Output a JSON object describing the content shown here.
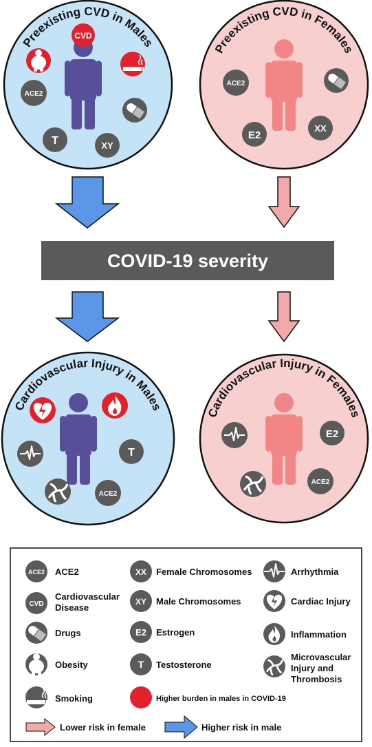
{
  "top_left": {
    "title": "Preexisting CVD in Males",
    "badges": {
      "cvd": "CVD",
      "ace2": "ACE2",
      "t": "T",
      "xy": "XY"
    }
  },
  "top_right": {
    "title": "Preexisting CVD in Females",
    "badges": {
      "ace2": "ACE2",
      "e2": "E2",
      "xx": "XX"
    }
  },
  "center_banner": "COVID-19 severity",
  "bottom_left": {
    "title": "Cardiovascular Injury in Males",
    "badges": {
      "t": "T",
      "ace2": "ACE2"
    }
  },
  "bottom_right": {
    "title": "Cardiovascular Injury in Females",
    "badges": {
      "e2": "E2",
      "ace2": "ACE2"
    }
  },
  "legend": {
    "ace2": {
      "badge": "ACE2",
      "label": "ACE2"
    },
    "cvd": {
      "badge": "CVD",
      "label_line1": "Cardiovascular",
      "label_line2": "Disease"
    },
    "drugs": "Drugs",
    "obesity": "Obesity",
    "smoking": "Smoking",
    "xx": {
      "badge": "XX",
      "label": "Female Chromosomes"
    },
    "xy": {
      "badge": "XY",
      "label": "Male Chromosomes"
    },
    "e2": {
      "badge": "E2",
      "label": "Estrogen"
    },
    "t": {
      "badge": "T",
      "label": "Testosterone"
    },
    "red_dot": "Higher burden in males in COVID-19",
    "arrhythmia": "Arrhythmia",
    "cardiac_injury": "Cardiac Injury",
    "inflammation": "Inflammation",
    "micro_line1": "Microvascular",
    "micro_line2": "Injury and",
    "micro_line3": "Thrombosis",
    "pink_arrow": "Lower risk in female",
    "blue_arrow": "Higher risk in male"
  },
  "colors": {
    "male_circle": "#c5e3f7",
    "female_circle": "#f7cfcf",
    "male_figure": "#574f9a",
    "female_figure": "#f28585",
    "badge_gray": "#5a5a5a",
    "badge_red": "#e3202b",
    "blue_arrow": "#5b97e6",
    "pink_arrow": "#f2a9a9",
    "banner": "#5a5a5a"
  },
  "icons": [
    "person-icon",
    "obesity-icon",
    "smoking-icon",
    "pill-icon",
    "heart-icon",
    "flame-icon",
    "ecg-icon",
    "vessel-icon",
    "arrow-icon"
  ]
}
